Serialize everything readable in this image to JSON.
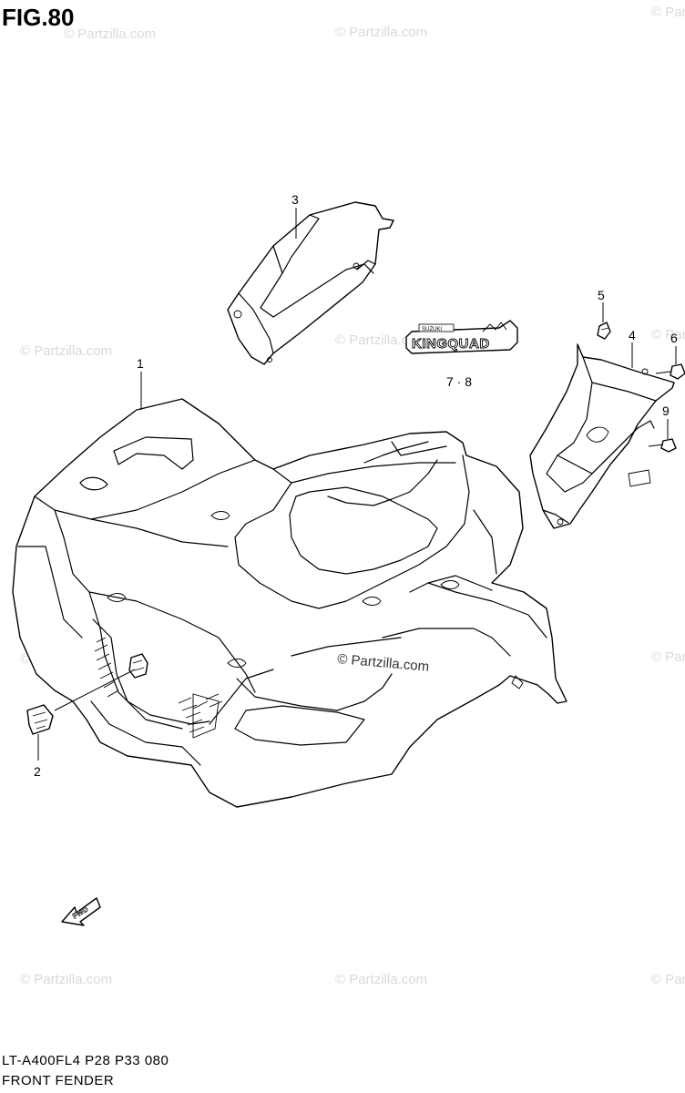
{
  "figure": {
    "title": "FIG.80"
  },
  "footer": {
    "model_code": "LT-A400FL4  P28  P33  080",
    "section_name": "FRONT FENDER"
  },
  "watermark": {
    "text": "© Partzilla.com"
  },
  "decal": {
    "brand_small": "SUZUKI",
    "brand_large": "KINGQUAD"
  },
  "fwd_arrow": {
    "label": "FWD"
  },
  "callouts": [
    {
      "id": "1",
      "label": "1"
    },
    {
      "id": "2",
      "label": "2"
    },
    {
      "id": "3",
      "label": "3"
    },
    {
      "id": "4",
      "label": "4"
    },
    {
      "id": "5",
      "label": "5"
    },
    {
      "id": "6",
      "label": "6"
    },
    {
      "id": "7-8",
      "label": "7 · 8"
    },
    {
      "id": "9",
      "label": "9"
    }
  ],
  "colors": {
    "line": "#000000",
    "background": "#ffffff",
    "watermark": "#d9d9d9"
  }
}
